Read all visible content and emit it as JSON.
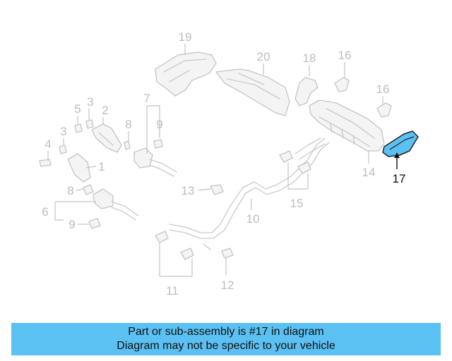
{
  "diagram": {
    "labels": [
      "19",
      "20",
      "18",
      "16",
      "16",
      "3",
      "5",
      "2",
      "3",
      "7",
      "8",
      "9",
      "4",
      "1",
      "8",
      "6",
      "9",
      "13",
      "10",
      "14",
      "15",
      "17",
      "11",
      "12"
    ],
    "highlighted_part": "17",
    "colors": {
      "highlight": "#5bc0f2",
      "part_stroke": "#c9c9c9",
      "label_faded": "#bdbdbd",
      "label_active": "#111111"
    }
  },
  "banner": {
    "line1": "Part or sub-assembly is #17 in diagram",
    "line2": "Diagram may not be specific to your vehicle",
    "color": "#5bc0f2"
  }
}
